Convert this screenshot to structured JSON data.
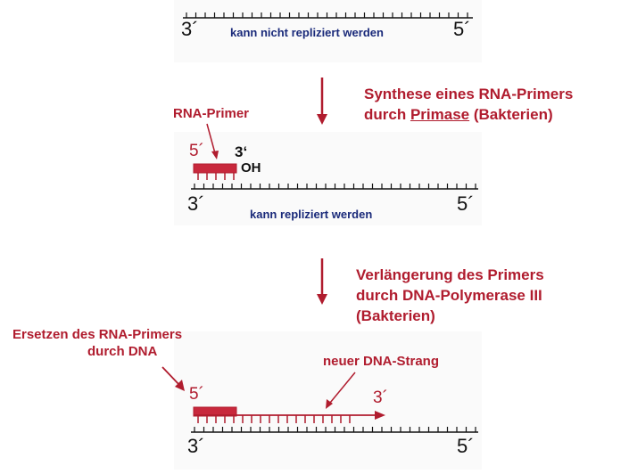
{
  "colors": {
    "accent": "#b01c2e",
    "caption": "#1a2a7a",
    "strand": "#111111"
  },
  "panel1": {
    "end_left": "3´",
    "end_right": "5´",
    "caption": "kann nicht repliziert werden"
  },
  "step1": {
    "line1": "Synthese eines RNA-Primers",
    "line2_prefix": "durch ",
    "line2_underlined": "Primase",
    "line2_suffix": " (Bakterien)"
  },
  "panel2": {
    "primer_label": "RNA-Primer",
    "primer_5": "5´",
    "primer_3": "3‘",
    "oh": "OH",
    "end_left": "3´",
    "end_right": "5´",
    "caption": "kann repliziert werden"
  },
  "step2": {
    "line1": "Verlängerung des Primers",
    "line2": "durch DNA-Polymerase III",
    "line3": "(Bakterien)"
  },
  "panel3": {
    "replace_line1": "Ersetzen des RNA-Primers",
    "replace_line2": "durch DNA",
    "new_strand_label": "neuer DNA-Strang",
    "new_5": "5´",
    "new_3": "3´",
    "end_left": "3´",
    "end_right": "5´"
  }
}
